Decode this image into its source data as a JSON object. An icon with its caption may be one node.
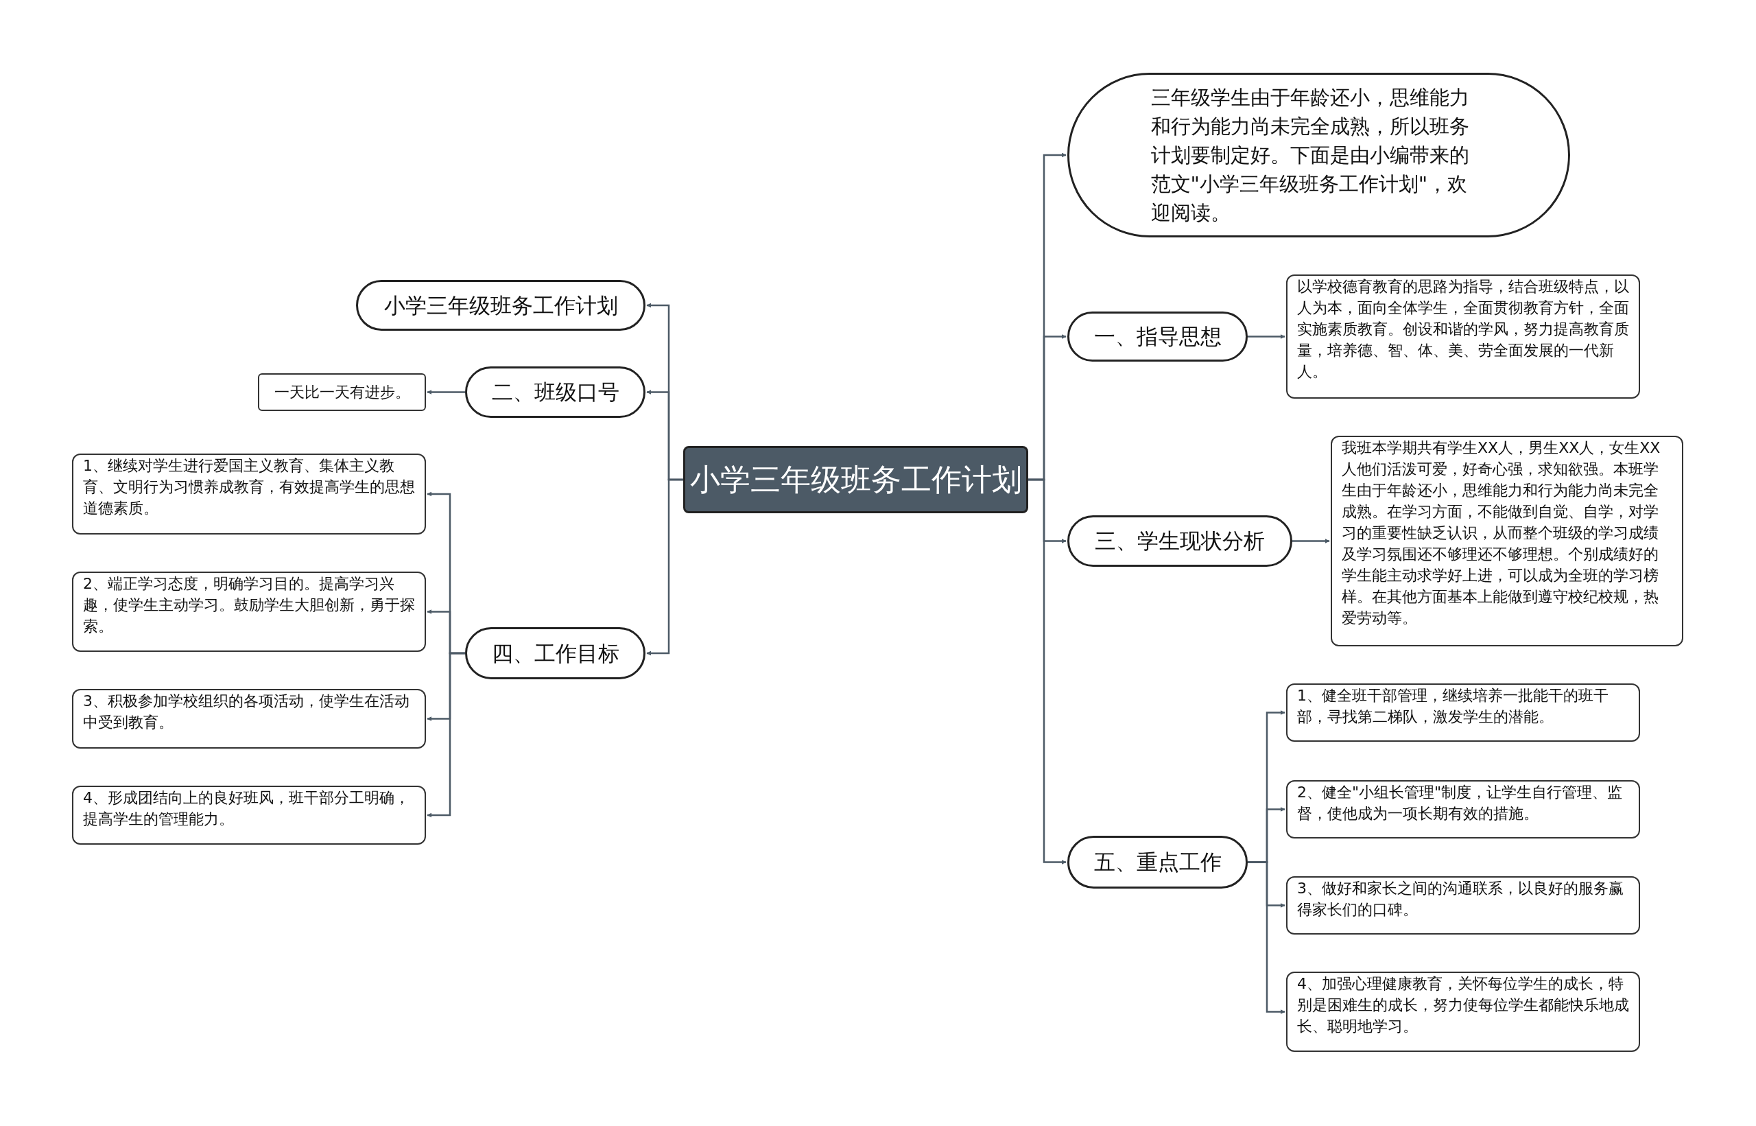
{
  "diagram": {
    "nodes": [
      {
        "text": [
          "小学三年级班务工作计划"
        ]
      },
      {
        "text": [
          "三年级学生由于年龄还小，思维能力和行为能力尚未完全成熟，所以班务计划要制定好。下面是由小编带来的范文\"小学三年级班务工作计划\"，欢迎阅读。"
        ]
      },
      {
        "text": [
          "一、指导思想"
        ]
      },
      {
        "text": [
          "以学校德育教育的思路为指导，结合班级特点，以人为本，面向全体学生，全面贯彻教育方针，全面实施素质教育。创设和谐的学风，努力提高教育质量，培养德、智、体、美、劳全面发展的一代新人。"
        ]
      },
      {
        "text": [
          "三、学生现状分析"
        ]
      },
      {
        "text": [
          "我班本学期共有学生XX人，男生XX人，女生XX人他们活泼可爱，好奇心强，求知欲强。本班学生由于年龄还小，思维能力和行为能力尚未完全成熟。在学习方面，不能做到自觉、自学，对学习的重要性缺乏认识，从而整个班级的学习成绩及学习氛围还不够理还不够理想。个别成绩好的学生能主动求学好上进，可以成为全班的学习榜样。在其他方面基本上能做到遵守校纪校规，热爱劳动等。"
        ]
      },
      {
        "text": [
          "五、重点工作"
        ]
      },
      {
        "text": [
          "1、健全班干部管理，继续培养一批能干的班干部，寻找第二梯队，激发学生的潜能。"
        ]
      },
      {
        "text": [
          "2、健全\"小组长管理\"制度，让学生自行管理、监督，使他成为一项长期有效的措施。"
        ]
      },
      {
        "text": [
          "3、做好和家长之间的沟通联系，以良好的服务赢得家长们的口碑。"
        ]
      },
      {
        "text": [
          "4、加强心理健康教育，关怀每位学生的成长，特别是困难生的成长，努力使每位学生都能快乐地成长、聪明地学习。"
        ]
      },
      {
        "text": [
          "小学三年级班务工作计划"
        ]
      },
      {
        "text": [
          "二、班级口号"
        ]
      },
      {
        "text": [
          "一天比一天有进步。"
        ]
      },
      {
        "text": [
          "四、工作目标"
        ]
      },
      {
        "text": [
          "1、继续对学生进行爱国主义教育、集体主义教育、文明行为习惯养成教育，有效提高学生的思想道德素质。"
        ]
      },
      {
        "text": [
          "2、端正学习态度，明确学习目的。提高学习兴趣，使学生主动学习。鼓励学生大胆创新，勇于探索。"
        ]
      },
      {
        "text": [
          "3、积极参加学校组织的各项活动，使学生在活动中受到教育。"
        ]
      },
      {
        "text": [
          "4、形成团结向上的良好班风，班干部分工明确，提高学生的管理能力。"
        ]
      }
    ],
    "edges": [
      {
        "from": 0,
        "to": 1,
        "arrow": "to"
      },
      {
        "from": 0,
        "to": 2,
        "arrow": "to"
      },
      {
        "from": 2,
        "to": 3,
        "arrow": "to"
      },
      {
        "from": 0,
        "to": 4,
        "arrow": "to"
      },
      {
        "from": 4,
        "to": 5,
        "arrow": "to"
      },
      {
        "from": 0,
        "to": 6,
        "arrow": "to"
      },
      {
        "from": 6,
        "to": 7,
        "arrow": "to"
      },
      {
        "from": 6,
        "to": 8,
        "arrow": "to"
      },
      {
        "from": 6,
        "to": 9,
        "arrow": "to"
      },
      {
        "from": 6,
        "to": 10,
        "arrow": "to"
      },
      {
        "from": 0,
        "to": 11,
        "arrow": "to"
      },
      {
        "from": 0,
        "to": 12,
        "arrow": "to"
      },
      {
        "from": 12,
        "to": 13,
        "arrow": "to"
      },
      {
        "from": 0,
        "to": 14,
        "arrow": "to"
      },
      {
        "from": 14,
        "to": 15,
        "arrow": "to"
      },
      {
        "from": 14,
        "to": 16,
        "arrow": "to"
      },
      {
        "from": 14,
        "to": 17,
        "arrow": "to"
      },
      {
        "from": 14,
        "to": 18,
        "arrow": "to"
      }
    ]
  }
}
